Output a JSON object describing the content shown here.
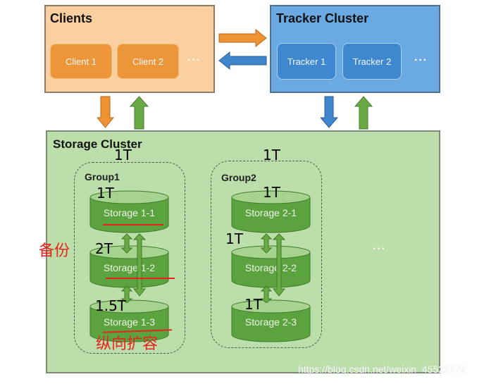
{
  "clients": {
    "title": "Clients",
    "nodes": [
      "Client 1",
      "Client 2"
    ],
    "more": "···"
  },
  "tracker_cluster": {
    "title": "Tracker Cluster",
    "nodes": [
      "Tracker 1",
      "Tracker 2"
    ],
    "more": "···"
  },
  "storage_cluster": {
    "title": "Storage Cluster",
    "more": "···",
    "groups": [
      {
        "label": "Group1",
        "capacity_annotation": "1T",
        "storages": [
          {
            "label": "Storage 1-1",
            "capacity": "1T"
          },
          {
            "label": "Storage 1-2",
            "capacity": "2T"
          },
          {
            "label": "Storage 1-3",
            "capacity": "1.5T"
          }
        ]
      },
      {
        "label": "Group2",
        "capacity_annotation": "1T",
        "storages": [
          {
            "label": "Storage 2-1",
            "capacity": "1T"
          },
          {
            "label": "Storage 2-2",
            "capacity": "1T"
          },
          {
            "label": "Storage 2-3",
            "capacity": "1T"
          }
        ]
      }
    ]
  },
  "annotations": {
    "backup": "备份",
    "vertical_scaling": "纵向扩容"
  },
  "arrows": {
    "clients_to_tracker": {
      "color": "#ee9233"
    },
    "tracker_to_clients": {
      "color": "#3f86cc"
    },
    "clients_to_storage": {
      "color": "#ee9233"
    },
    "storage_to_clients": {
      "color": "#6aaa45"
    },
    "tracker_to_storage": {
      "color": "#3f86cc"
    },
    "storage_to_tracker": {
      "color": "#6aaa45"
    }
  },
  "watermark": "https://blog.csdn.net/weixin_45525272"
}
